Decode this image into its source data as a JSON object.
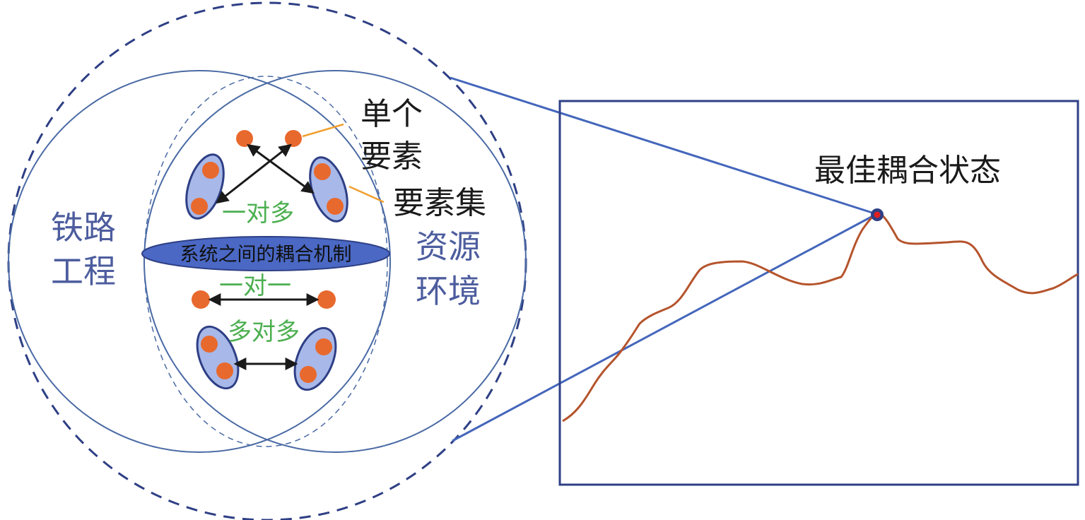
{
  "labels": {
    "left_circle_line1": "铁路",
    "left_circle_line2": "工程",
    "right_circle_line1": "资源",
    "right_circle_line2": "环境",
    "single_element_line1": "单个",
    "single_element_line2": "要素",
    "element_set": "要素集",
    "mechanism": "系统之间的耦合机制",
    "one_to_many": "一对多",
    "one_to_one": "一对一",
    "many_to_many": "多对多",
    "optimal_state": "最佳耦合状态"
  },
  "colors": {
    "circle_stroke": "#4a6aa5",
    "dashed_outer": "#2e3f85",
    "zoom_line": "#4466bb",
    "node_fill": "#e8692e",
    "set_fill": "#a8b8e8",
    "set_stroke": "#2e3f85",
    "pill_fill": "#4a68c4",
    "curve": "#b5542c",
    "peak_point": "#e02020",
    "leader_line": "#f0a030"
  }
}
